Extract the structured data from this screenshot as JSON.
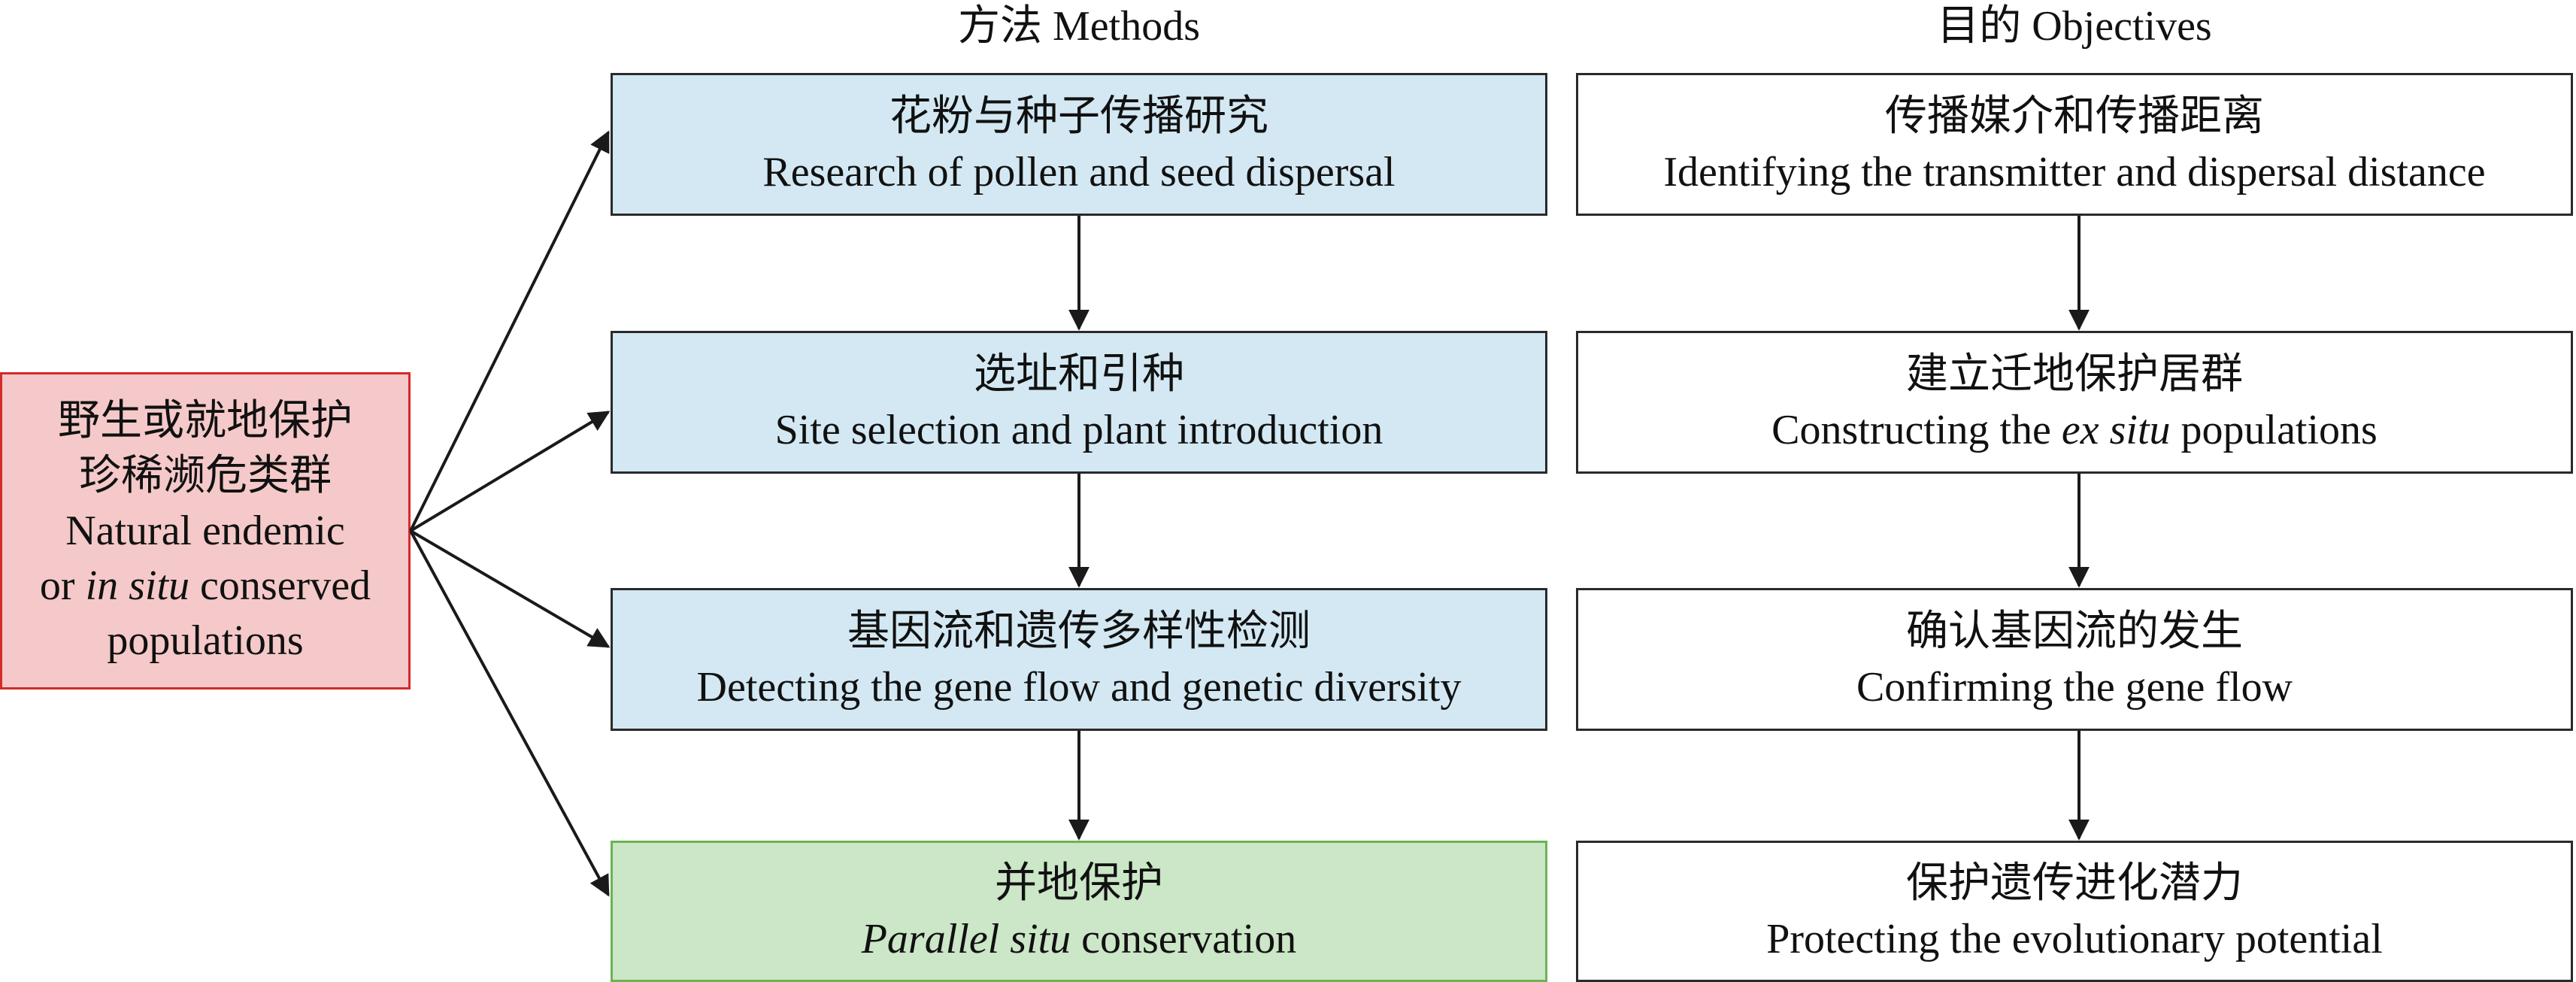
{
  "headers": {
    "methods": "方法 Methods",
    "objectives": "目的 Objectives"
  },
  "source": {
    "zh_line1": "野生或就地保护",
    "zh_line2": "珍稀濒危类群",
    "en_line1": "Natural endemic",
    "en_line2_pre": "or ",
    "en_line2_italic": "in situ",
    "en_line2_post": " conserved",
    "en_line3": "populations"
  },
  "methods": [
    {
      "zh": "花粉与种子传播研究",
      "en": "Research of pollen and seed dispersal"
    },
    {
      "zh": "选址和引种",
      "en": "Site selection and plant introduction"
    },
    {
      "zh": "基因流和遗传多样性检测",
      "en": "Detecting the gene flow and genetic diversity"
    },
    {
      "zh": "并地保护",
      "en_italic": "Parallel situ",
      "en_post": " conservation"
    }
  ],
  "objectives": [
    {
      "zh": "传播媒介和传播距离",
      "en": "Identifying the transmitter and dispersal distance"
    },
    {
      "zh": "建立迁地保护居群",
      "en_pre": "Constructing the ",
      "en_italic": "ex situ",
      "en_post": " populations"
    },
    {
      "zh": "确认基因流的发生",
      "en": "Confirming the gene flow"
    },
    {
      "zh": "保护遗传进化潜力",
      "en": "Protecting the evolutionary potential"
    }
  ],
  "colors": {
    "method_fill": "#d3e8f2",
    "final_method_fill": "#cce6c8",
    "final_method_border": "#6ab454",
    "source_fill": "#f5c9c9",
    "source_border": "#d42a2a",
    "line": "#1a1a1a"
  }
}
